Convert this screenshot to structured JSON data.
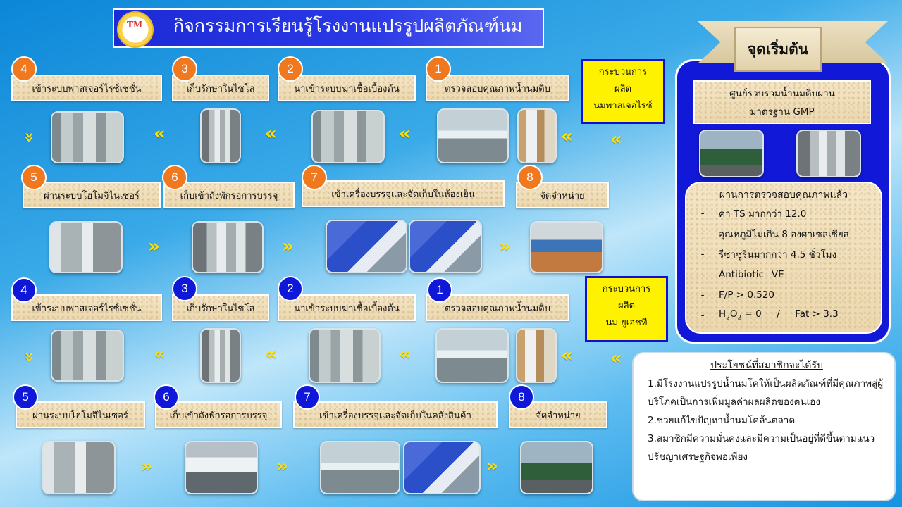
{
  "title": "กิจกรรมการเรียนรู้โรงงานแปรรูปผลิตภัณฑ์นม",
  "logo_text": "TM",
  "start": {
    "banner": "จุดเริ่มต้น",
    "center_line1": "ศูนย์รวบรวมน้ำนมดิบผ่าน",
    "center_line2": "มาตรฐาน GMP",
    "qc_title": "ผ่านการตรวจสอบคุณภาพแล้ว",
    "qc_items": [
      "ค่า TS มากกว่า 12.0",
      "อุณหภูมิไม่เกิน 8 องศาเซลเซียส",
      "รีซาซูรินมากกว่า 4.5 ชั่วโมง",
      "Antibiotic –VE",
      "F/P > 0.520"
    ],
    "qc_last_h": "H",
    "qc_last_sub1": "2",
    "qc_last_o": "O",
    "qc_last_sub2": "2",
    "qc_last_rest": " = 0     /     Fat > 3.3",
    "qc_dash": "-"
  },
  "pasteur": {
    "box_line1": "กระบวนการ",
    "box_line2": "ผลิต",
    "box_line3": "นมพาสเจอไรซ์",
    "steps": [
      {
        "num": "1",
        "label": "ตรวจสอบคุณภาพน้ำนมดิบ"
      },
      {
        "num": "2",
        "label": "นาเข้าระบบฆ่าเชื้อเบื้องต้น"
      },
      {
        "num": "3",
        "label": "เก็บรักษาในไซโล"
      },
      {
        "num": "4",
        "label": "เข้าระบบพาสเจอร์ไรซ์เซชั่น"
      },
      {
        "num": "5",
        "label": "ผ่านระบบโฮโมจิไนเซอร์"
      },
      {
        "num": "6",
        "label": "เก็บเข้าถังพักรอการบรรจุ"
      },
      {
        "num": "7",
        "label": "เข้าเครื่องบรรจุและจัดเก็บในห้องเย็น"
      },
      {
        "num": "8",
        "label": "จัดจำหน่าย"
      }
    ]
  },
  "uht": {
    "box_line1": "กระบวนการ",
    "box_line2": "ผลิต",
    "box_line3": "นม ยูเอชที",
    "steps": [
      {
        "num": "1",
        "label": "ตรวจสอบคุณภาพน้ำนมดิบ"
      },
      {
        "num": "2",
        "label": "นาเข้าระบบฆ่าเชื้อเบื้องต้น"
      },
      {
        "num": "3",
        "label": "เก็บรักษาในไซโล"
      },
      {
        "num": "4",
        "label": "เข้าระบบพาสเจอร์ไรซ์เซชั่น"
      },
      {
        "num": "5",
        "label": "ผ่านระบบโฮโมจิไนเซอร์"
      },
      {
        "num": "6",
        "label": "เก็บเข้าถังพักรอการบรรจุ"
      },
      {
        "num": "7",
        "label": "เข้าเครื่องบรรจุและจัดเก็บในคลังสินค้า"
      },
      {
        "num": "8",
        "label": "จัดจำหน่าย"
      }
    ]
  },
  "benefits": {
    "title": "ประโยชน์ที่สมาชิกจะได้รับ",
    "items": [
      "1.มีโรงงานแปรรูปน้ำนมโคให้เป็นผลิตภัณฑ์ที่มีคุณภาพสู่ผู้บริโภคเป็นการเพิ่มมูลค่าผลผลิตของตนเอง",
      "2.ช่วยแก้ไขปัญหาน้ำนมโคล้นตลาด",
      "3.สมาชิกมีความมั่นคงและมีความเป็นอยู่ที่ดีขึ้นตามแนวปรัชญาเศรษฐกิจพอเพียง"
    ]
  },
  "arrows": {
    "left": "«",
    "right": "»",
    "down": "»"
  },
  "colors": {
    "title_bar": "#1c2bd6",
    "pasteur_num": "#f0781e",
    "uht_num": "#0f18d8",
    "arrow": "#ffe000",
    "process_box": "#fff200",
    "panel": "#1218d8"
  }
}
